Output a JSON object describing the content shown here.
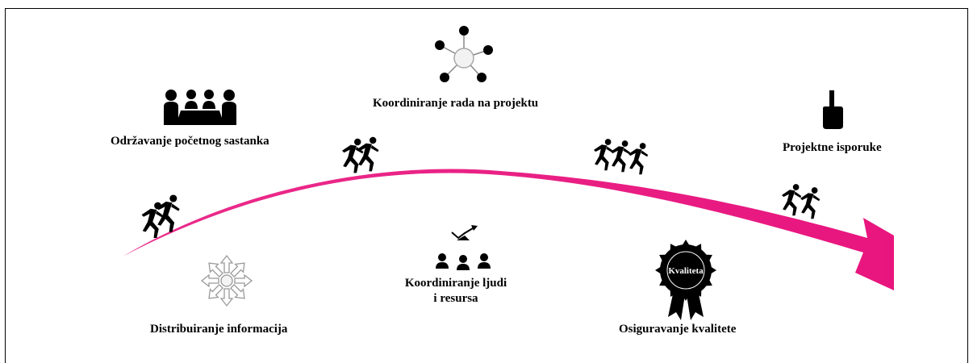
{
  "colors": {
    "arrow": "#e8157e",
    "ink": "#000000",
    "line": "#888888"
  },
  "labels": {
    "meeting": "Održavanje početnog sastanka",
    "coord_project": "Koordiniranje rada na projektu",
    "deliverables": "Projektne isporuke",
    "distribution": "Distribuiranje informacija",
    "coord_people": "Koordiniranje ljudi i resursa",
    "quality": "Osiguravanje kvalitete",
    "quality_badge": "Kvaliteta"
  },
  "icons": {
    "meeting": "meeting-table-icon",
    "coord_project": "network-hub-icon",
    "deliverables": "pointing-hand-icon",
    "distribution": "radiating-arrows-icon",
    "coord_people": "team-growth-icon",
    "quality": "quality-rosette-icon",
    "runners": "running-people-icon"
  }
}
